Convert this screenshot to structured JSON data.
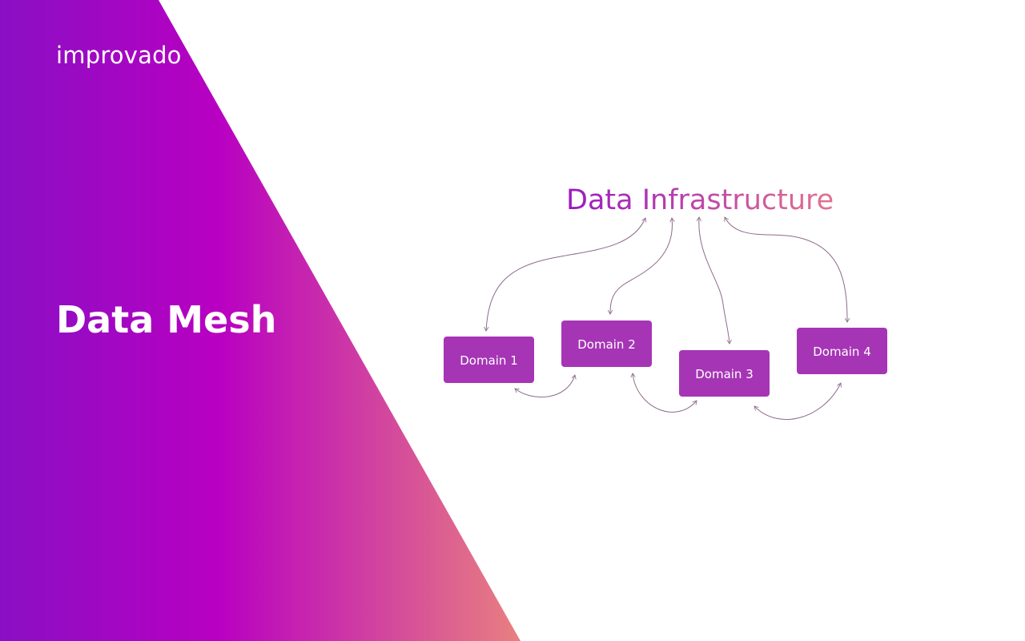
{
  "brand": {
    "logo_text": "improvado"
  },
  "slide": {
    "title": "Data Mesh"
  },
  "colors": {
    "gradient_start": "#8a0fc4",
    "gradient_mid": "#b800c2",
    "gradient_end": "#e88080",
    "box_fill": "#a635b6",
    "arrow_stroke": "#8e6a8a",
    "infra_start": "#9a1ac2",
    "infra_end": "#e07090"
  },
  "diagram": {
    "hub": "Data Infrastructure",
    "nodes": [
      {
        "id": "d1",
        "label": "Domain 1"
      },
      {
        "id": "d2",
        "label": "Domain 2"
      },
      {
        "id": "d3",
        "label": "Domain 3"
      },
      {
        "id": "d4",
        "label": "Domain 4"
      }
    ],
    "edges": [
      {
        "from": "hub",
        "to": "d1",
        "bidirectional": true
      },
      {
        "from": "hub",
        "to": "d2",
        "bidirectional": true
      },
      {
        "from": "hub",
        "to": "d3",
        "bidirectional": true
      },
      {
        "from": "hub",
        "to": "d4",
        "bidirectional": true
      },
      {
        "from": "d1",
        "to": "d2",
        "bidirectional": true
      },
      {
        "from": "d2",
        "to": "d3",
        "bidirectional": true
      },
      {
        "from": "d3",
        "to": "d4",
        "bidirectional": true
      }
    ]
  }
}
